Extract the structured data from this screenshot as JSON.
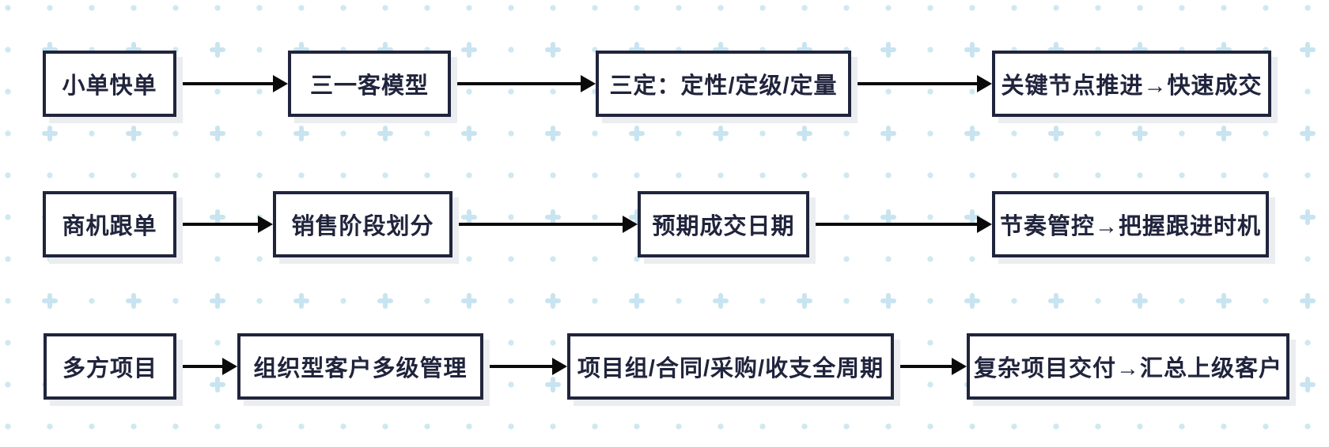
{
  "diagram": {
    "type": "flowchart",
    "rows": [
      {
        "nodes": [
          "小单快单",
          "三一客模型",
          "三定：定性/定级/定量",
          "关键节点推进→快速成交"
        ]
      },
      {
        "nodes": [
          "商机跟单",
          "销售阶段划分",
          "预期成交日期",
          "节奏管控→把握跟进时机"
        ]
      },
      {
        "nodes": [
          "多方项目",
          "组织型客户多级管理",
          "项目组/合同/采购/收支全周期",
          "复杂项目交付→汇总上级客户"
        ]
      }
    ]
  },
  "colors": {
    "background": "#ffffff",
    "pattern_dot": "#cfe8f1",
    "pattern_plus": "#c8e4f0",
    "node_border": "#20243c",
    "node_fill": "#ffffff",
    "node_shadow": "#ebedf0",
    "node_text": "#20243c",
    "arrow": "#0a0a0a"
  }
}
